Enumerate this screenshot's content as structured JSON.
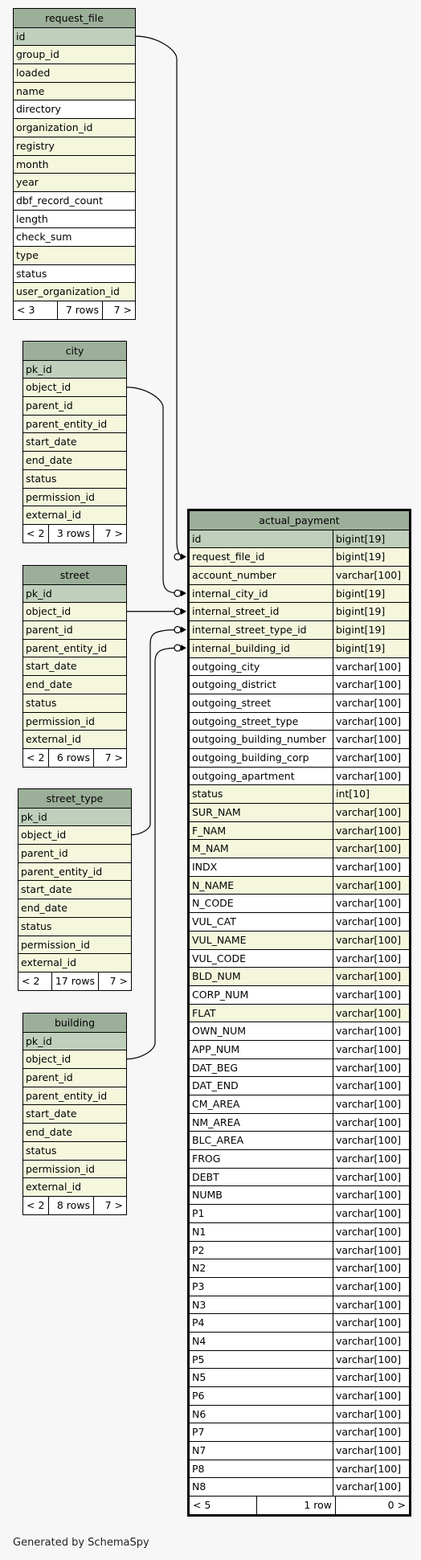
{
  "tables": {
    "request_file": {
      "title": "request_file",
      "columns": [
        {
          "name": "id",
          "kind": "pk"
        },
        {
          "name": "group_id",
          "kind": "fk"
        },
        {
          "name": "loaded",
          "kind": "fk"
        },
        {
          "name": "name",
          "kind": "fk"
        },
        {
          "name": "directory",
          "kind": "plain"
        },
        {
          "name": "organization_id",
          "kind": "fk"
        },
        {
          "name": "registry",
          "kind": "fk"
        },
        {
          "name": "month",
          "kind": "fk"
        },
        {
          "name": "year",
          "kind": "fk"
        },
        {
          "name": "dbf_record_count",
          "kind": "plain"
        },
        {
          "name": "length",
          "kind": "plain"
        },
        {
          "name": "check_sum",
          "kind": "plain"
        },
        {
          "name": "type",
          "kind": "fk"
        },
        {
          "name": "status",
          "kind": "plain"
        },
        {
          "name": "user_organization_id",
          "kind": "fk"
        }
      ],
      "footer": {
        "left": "< 3",
        "middle": "7 rows",
        "right": "7 >"
      }
    },
    "city": {
      "title": "city",
      "columns": [
        {
          "name": "pk_id",
          "kind": "pk"
        },
        {
          "name": "object_id",
          "kind": "fk"
        },
        {
          "name": "parent_id",
          "kind": "fk"
        },
        {
          "name": "parent_entity_id",
          "kind": "fk"
        },
        {
          "name": "start_date",
          "kind": "fk"
        },
        {
          "name": "end_date",
          "kind": "fk"
        },
        {
          "name": "status",
          "kind": "fk"
        },
        {
          "name": "permission_id",
          "kind": "fk"
        },
        {
          "name": "external_id",
          "kind": "fk"
        }
      ],
      "footer": {
        "left": "< 2",
        "middle": "3 rows",
        "right": "7 >"
      }
    },
    "street": {
      "title": "street",
      "columns": [
        {
          "name": "pk_id",
          "kind": "pk"
        },
        {
          "name": "object_id",
          "kind": "fk"
        },
        {
          "name": "parent_id",
          "kind": "fk"
        },
        {
          "name": "parent_entity_id",
          "kind": "fk"
        },
        {
          "name": "start_date",
          "kind": "fk"
        },
        {
          "name": "end_date",
          "kind": "fk"
        },
        {
          "name": "status",
          "kind": "fk"
        },
        {
          "name": "permission_id",
          "kind": "fk"
        },
        {
          "name": "external_id",
          "kind": "fk"
        }
      ],
      "footer": {
        "left": "< 2",
        "middle": "6 rows",
        "right": "7 >"
      }
    },
    "street_type": {
      "title": "street_type",
      "columns": [
        {
          "name": "pk_id",
          "kind": "pk"
        },
        {
          "name": "object_id",
          "kind": "fk"
        },
        {
          "name": "parent_id",
          "kind": "fk"
        },
        {
          "name": "parent_entity_id",
          "kind": "fk"
        },
        {
          "name": "start_date",
          "kind": "fk"
        },
        {
          "name": "end_date",
          "kind": "fk"
        },
        {
          "name": "status",
          "kind": "fk"
        },
        {
          "name": "permission_id",
          "kind": "fk"
        },
        {
          "name": "external_id",
          "kind": "fk"
        }
      ],
      "footer": {
        "left": "< 2",
        "middle": "17 rows",
        "right": "7 >"
      }
    },
    "building": {
      "title": "building",
      "columns": [
        {
          "name": "pk_id",
          "kind": "pk"
        },
        {
          "name": "object_id",
          "kind": "fk"
        },
        {
          "name": "parent_id",
          "kind": "fk"
        },
        {
          "name": "parent_entity_id",
          "kind": "fk"
        },
        {
          "name": "start_date",
          "kind": "fk"
        },
        {
          "name": "end_date",
          "kind": "fk"
        },
        {
          "name": "status",
          "kind": "fk"
        },
        {
          "name": "permission_id",
          "kind": "fk"
        },
        {
          "name": "external_id",
          "kind": "fk"
        }
      ],
      "footer": {
        "left": "< 2",
        "middle": "8 rows",
        "right": "7 >"
      }
    },
    "actual_payment": {
      "title": "actual_payment",
      "columns": [
        {
          "name": "id",
          "type": "bigint[19]",
          "kind": "pk"
        },
        {
          "name": "request_file_id",
          "type": "bigint[19]",
          "kind": "fk"
        },
        {
          "name": "account_number",
          "type": "varchar[100]",
          "kind": "fk"
        },
        {
          "name": "internal_city_id",
          "type": "bigint[19]",
          "kind": "fk"
        },
        {
          "name": "internal_street_id",
          "type": "bigint[19]",
          "kind": "fk"
        },
        {
          "name": "internal_street_type_id",
          "type": "bigint[19]",
          "kind": "fk"
        },
        {
          "name": "internal_building_id",
          "type": "bigint[19]",
          "kind": "fk"
        },
        {
          "name": "outgoing_city",
          "type": "varchar[100]",
          "kind": "plain"
        },
        {
          "name": "outgoing_district",
          "type": "varchar[100]",
          "kind": "plain"
        },
        {
          "name": "outgoing_street",
          "type": "varchar[100]",
          "kind": "plain"
        },
        {
          "name": "outgoing_street_type",
          "type": "varchar[100]",
          "kind": "plain"
        },
        {
          "name": "outgoing_building_number",
          "type": "varchar[100]",
          "kind": "plain"
        },
        {
          "name": "outgoing_building_corp",
          "type": "varchar[100]",
          "kind": "plain"
        },
        {
          "name": "outgoing_apartment",
          "type": "varchar[100]",
          "kind": "plain"
        },
        {
          "name": "status",
          "type": "int[10]",
          "kind": "fk"
        },
        {
          "name": "SUR_NAM",
          "type": "varchar[100]",
          "kind": "fk"
        },
        {
          "name": "F_NAM",
          "type": "varchar[100]",
          "kind": "fk"
        },
        {
          "name": "M_NAM",
          "type": "varchar[100]",
          "kind": "fk"
        },
        {
          "name": "INDX",
          "type": "varchar[100]",
          "kind": "plain"
        },
        {
          "name": "N_NAME",
          "type": "varchar[100]",
          "kind": "fk"
        },
        {
          "name": "N_CODE",
          "type": "varchar[100]",
          "kind": "plain"
        },
        {
          "name": "VUL_CAT",
          "type": "varchar[100]",
          "kind": "plain"
        },
        {
          "name": "VUL_NAME",
          "type": "varchar[100]",
          "kind": "fk"
        },
        {
          "name": "VUL_CODE",
          "type": "varchar[100]",
          "kind": "plain"
        },
        {
          "name": "BLD_NUM",
          "type": "varchar[100]",
          "kind": "fk"
        },
        {
          "name": "CORP_NUM",
          "type": "varchar[100]",
          "kind": "plain"
        },
        {
          "name": "FLAT",
          "type": "varchar[100]",
          "kind": "fk"
        },
        {
          "name": "OWN_NUM",
          "type": "varchar[100]",
          "kind": "plain"
        },
        {
          "name": "APP_NUM",
          "type": "varchar[100]",
          "kind": "plain"
        },
        {
          "name": "DAT_BEG",
          "type": "varchar[100]",
          "kind": "plain"
        },
        {
          "name": "DAT_END",
          "type": "varchar[100]",
          "kind": "plain"
        },
        {
          "name": "CM_AREA",
          "type": "varchar[100]",
          "kind": "plain"
        },
        {
          "name": "NM_AREA",
          "type": "varchar[100]",
          "kind": "plain"
        },
        {
          "name": "BLC_AREA",
          "type": "varchar[100]",
          "kind": "plain"
        },
        {
          "name": "FROG",
          "type": "varchar[100]",
          "kind": "plain"
        },
        {
          "name": "DEBT",
          "type": "varchar[100]",
          "kind": "plain"
        },
        {
          "name": "NUMB",
          "type": "varchar[100]",
          "kind": "plain"
        },
        {
          "name": "P1",
          "type": "varchar[100]",
          "kind": "plain"
        },
        {
          "name": "N1",
          "type": "varchar[100]",
          "kind": "plain"
        },
        {
          "name": "P2",
          "type": "varchar[100]",
          "kind": "plain"
        },
        {
          "name": "N2",
          "type": "varchar[100]",
          "kind": "plain"
        },
        {
          "name": "P3",
          "type": "varchar[100]",
          "kind": "plain"
        },
        {
          "name": "N3",
          "type": "varchar[100]",
          "kind": "plain"
        },
        {
          "name": "P4",
          "type": "varchar[100]",
          "kind": "plain"
        },
        {
          "name": "N4",
          "type": "varchar[100]",
          "kind": "plain"
        },
        {
          "name": "P5",
          "type": "varchar[100]",
          "kind": "plain"
        },
        {
          "name": "N5",
          "type": "varchar[100]",
          "kind": "plain"
        },
        {
          "name": "P6",
          "type": "varchar[100]",
          "kind": "plain"
        },
        {
          "name": "N6",
          "type": "varchar[100]",
          "kind": "plain"
        },
        {
          "name": "P7",
          "type": "varchar[100]",
          "kind": "plain"
        },
        {
          "name": "N7",
          "type": "varchar[100]",
          "kind": "plain"
        },
        {
          "name": "P8",
          "type": "varchar[100]",
          "kind": "plain"
        },
        {
          "name": "N8",
          "type": "varchar[100]",
          "kind": "plain"
        }
      ],
      "footer": {
        "left": "< 5",
        "middle": "1 row",
        "right": "0 >"
      }
    }
  },
  "relationships": [
    {
      "from": "request_file.id",
      "to": "actual_payment.request_file_id"
    },
    {
      "from": "city.object_id",
      "to": "actual_payment.internal_city_id"
    },
    {
      "from": "street.object_id",
      "to": "actual_payment.internal_street_id"
    },
    {
      "from": "street_type.object_id",
      "to": "actual_payment.internal_street_type_id"
    },
    {
      "from": "building.object_id",
      "to": "actual_payment.internal_building_id"
    }
  ],
  "colors": {
    "header": "#9caf99",
    "primary_key": "#bfcfbc",
    "foreign_key": "#f5f7dd",
    "plain": "#ffffff",
    "line": "#000000"
  },
  "generated_by": "Generated by SchemaSpy"
}
